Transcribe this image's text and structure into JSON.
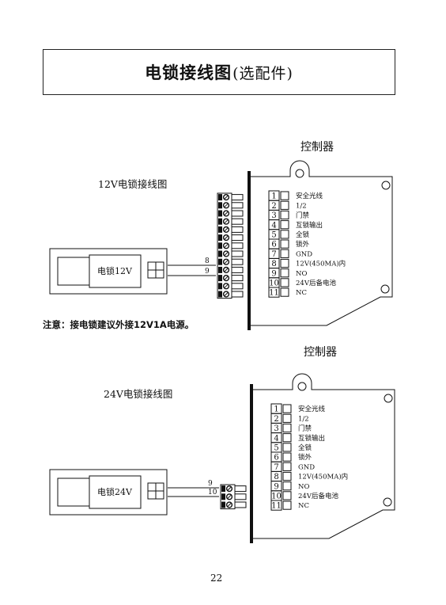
{
  "title": {
    "main": "电锁接线图",
    "sub": "(选配件)"
  },
  "controller_label": "控制器",
  "terminals": [
    {
      "num": "1",
      "label": "安全光线"
    },
    {
      "num": "2",
      "label": "1/2"
    },
    {
      "num": "3",
      "label": "门禁"
    },
    {
      "num": "4",
      "label": "互锁输出"
    },
    {
      "num": "5",
      "label": "全锁"
    },
    {
      "num": "6",
      "label": "锁外"
    },
    {
      "num": "7",
      "label": "GND"
    },
    {
      "num": "8",
      "label": "12V(450MA)内"
    },
    {
      "num": "9",
      "label": "NO"
    },
    {
      "num": "10",
      "label": "24V后备电池"
    },
    {
      "num": "11",
      "label": "NC"
    }
  ],
  "diagram12": {
    "heading": "12V电锁接线图",
    "lock_label": "电锁12V",
    "wire_a": "8",
    "wire_b": "9"
  },
  "diagram24": {
    "heading": "24V电锁接线图",
    "lock_label": "电锁24V",
    "wire_a": "9",
    "wire_b": "10"
  },
  "note": "注意：接电锁建议外接12V1A电源。",
  "page_number": "22"
}
